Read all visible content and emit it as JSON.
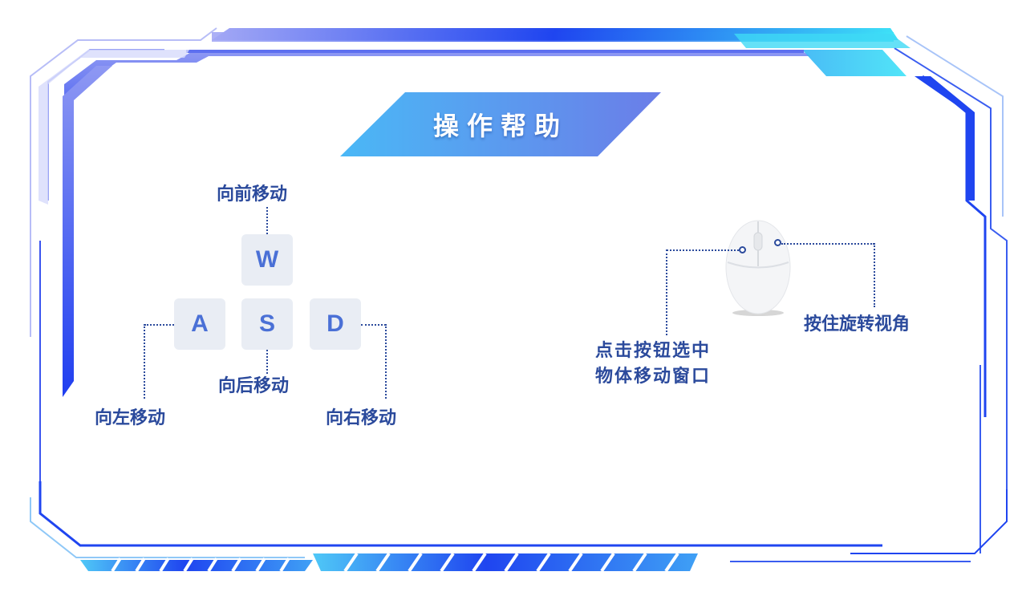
{
  "title": "操作帮助",
  "keys": {
    "w": {
      "key": "W",
      "label": "向前移动"
    },
    "a": {
      "key": "A",
      "label": "向左移动"
    },
    "s": {
      "key": "S",
      "label": "向后移动"
    },
    "d": {
      "key": "D",
      "label": "向右移动"
    }
  },
  "mouse": {
    "left_label_line1": "点击按钮选中",
    "left_label_line2": "物体移动窗口",
    "right_label": "按住旋转视角"
  },
  "colors": {
    "frame_blue": "#1f45f0",
    "frame_cyan": "#3fe0f5",
    "text": "#2b4a9c"
  }
}
